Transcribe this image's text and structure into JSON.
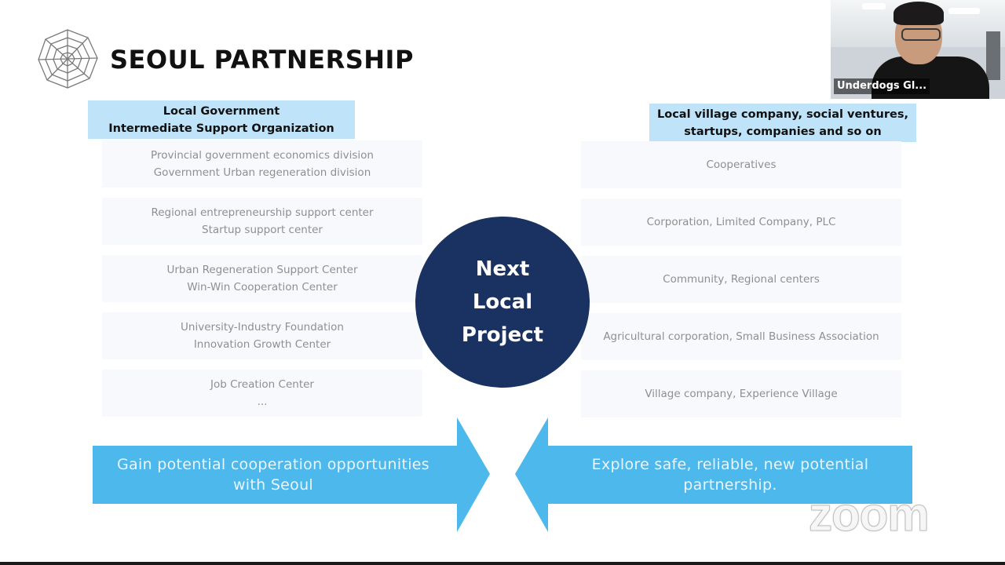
{
  "slide": {
    "title": "SEOUL PARTNERSHIP",
    "left_header": [
      "Local Government",
      "Intermediate Support Organization"
    ],
    "right_header": [
      "Local village company, social ventures,",
      "startups, companies and so on"
    ],
    "left_items": [
      [
        "Provincial government economics division",
        "Government Urban regeneration division"
      ],
      [
        "Regional entrepreneurship support center",
        "Startup support center"
      ],
      [
        "Urban Regeneration Support Center",
        "Win-Win Cooperation Center"
      ],
      [
        "University-Industry Foundation",
        "Innovation Growth Center"
      ],
      [
        "Job Creation Center",
        "..."
      ]
    ],
    "right_items": [
      "Cooperatives",
      "Corporation, Limited Company, PLC",
      "Community, Regional centers",
      "Agricultural corporation, Small Business Association",
      "Village company, Experience Village"
    ],
    "center": [
      "Next",
      "Local",
      "Project"
    ],
    "left_arrow": [
      "Gain potential cooperation opportunities",
      "with Seoul"
    ],
    "right_arrow": [
      "Explore safe, reliable, new potential",
      "partnership."
    ],
    "colors": {
      "header_bg": "#bfe3f8",
      "center_circle": "#1a3261",
      "arrow": "#4cb8ec",
      "item_bg": "#f7f9fc"
    }
  },
  "video": {
    "participant_name": "Underdogs Gl..."
  },
  "watermark": "zoom",
  "icons": {
    "logo": "spider-web-icon"
  }
}
